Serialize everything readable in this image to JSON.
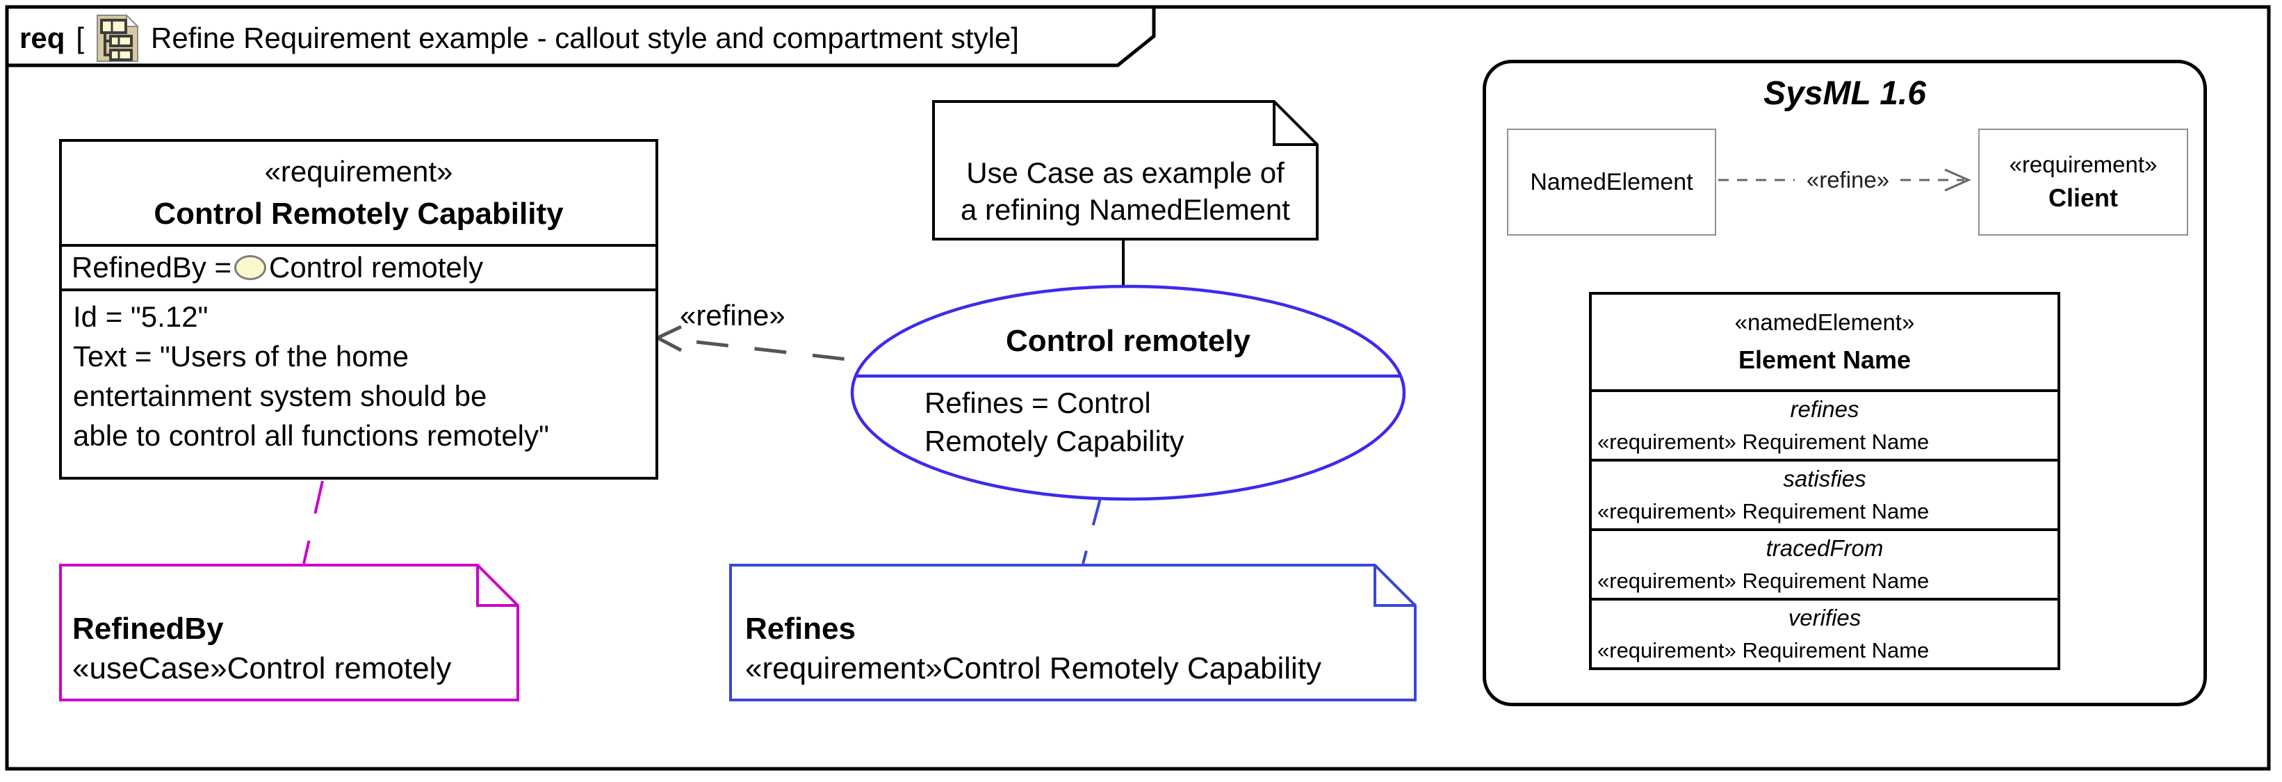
{
  "frame": {
    "keyword": "req",
    "open_bracket": "[",
    "title": "Refine Requirement example - callout style and compartment style",
    "close_bracket": "]",
    "icon": "requirement-diagram-icon"
  },
  "colors": {
    "outline_black": "#000000",
    "callout_magenta": "#cc00cc",
    "callout_blue": "#3a46d8",
    "ellipse_blue": "#3e2aec",
    "dependency_gray": "#555555",
    "panel_dependency_gray": "#666666",
    "minibox_border_gray": "#909090",
    "icon_tan": "#d8c89d",
    "icon_yellow": "#fdf9d0",
    "oval_fill": "#fcf7cd"
  },
  "requirement_box": {
    "stereotype": "«requirement»",
    "name": "Control Remotely Capability",
    "refined_by_label": "RefinedBy = ",
    "refined_by_icon": "use-case-oval-icon",
    "refined_by_value": "Control remotely",
    "body_lines": [
      "Id = \"5.12\"",
      "Text = \"Users of the home",
      "entertainment system should be",
      "able to control all functions remotely\""
    ]
  },
  "use_case_note": {
    "lines": [
      "Use Case as example of",
      "a refining NamedElement"
    ]
  },
  "use_case_ellipse": {
    "name": "Control remotely",
    "body_lines": [
      "Refines = Control",
      "Remotely Capability"
    ]
  },
  "refine_arrow_label": "«refine»",
  "callout_refined_by": {
    "title": "RefinedBy",
    "text": "«useCase»Control remotely"
  },
  "callout_refines": {
    "title": "Refines",
    "text": "«requirement»Control Remotely Capability"
  },
  "sysml_panel": {
    "title": "SysML 1.6",
    "named_element_box": "NamedElement",
    "refine_label": "«refine»",
    "client_box": {
      "stereotype": "«requirement»",
      "name": "Client"
    },
    "compartment_table": {
      "header_stereotype": "«namedElement»",
      "header_name": "Element Name",
      "rows": [
        {
          "label": "refines",
          "value": "«requirement» Requirement Name"
        },
        {
          "label": "satisfies",
          "value": "«requirement» Requirement Name"
        },
        {
          "label": "tracedFrom",
          "value": "«requirement» Requirement Name"
        },
        {
          "label": "verifies",
          "value": "«requirement» Requirement Name"
        }
      ]
    }
  }
}
